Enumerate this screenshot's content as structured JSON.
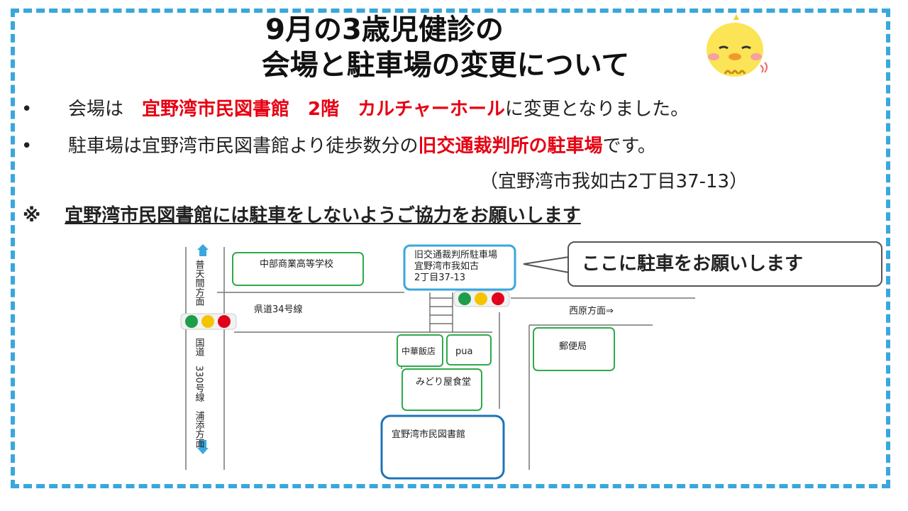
{
  "title": {
    "line1": "9月の3歳児健診の",
    "line2": "会場と駐車場の変更について"
  },
  "bullet_symbol": "•",
  "bullets": [
    {
      "pre": "会場は　",
      "highlight": "宜野湾市民図書館　2階　カルチャーホール",
      "post": "に変更となりました。"
    },
    {
      "pre": "駐車場は宜野湾市民図書館より徒歩数分の",
      "highlight": "旧交通裁判所の駐車場",
      "post": "です。"
    }
  ],
  "address": "（宜野湾市我如古2丁目37-13）",
  "notice": {
    "mark": "※",
    "text": "宜野湾市民図書館には駐車をしないようご協力をお願いします"
  },
  "callout": "ここに駐車をお願いします",
  "map": {
    "north_direction": "普天間方面",
    "south_road": "国道　330号線　浦添方面",
    "prefectural_road": "県道34号線",
    "west_direction": "西原方面⇒",
    "school": "中部商業高等学校",
    "parking_line1": "旧交通裁判所駐車場",
    "parking_line2": "宜野湾市我如古",
    "parking_line3": "2丁目37-13",
    "chinese_restaurant": "中華飯店",
    "pua": "pua",
    "midori": "みどり屋食堂",
    "post_office": "郵便局",
    "library": "宜野湾市民図書館"
  },
  "colors": {
    "frame": "#3aa7dc",
    "highlight": "#e60012",
    "map_box_green": "#2eaa4a",
    "map_box_blue": "#1f73b7",
    "parking_box": "#3aa7dc",
    "signal_green": "#1e9e4a",
    "signal_yellow": "#f5c400",
    "signal_red": "#e0001b",
    "arrow": "#3aa7dc"
  },
  "icons": [
    "chick-illustration",
    "arrow-up-icon",
    "arrow-down-icon",
    "traffic-signal-icon"
  ]
}
